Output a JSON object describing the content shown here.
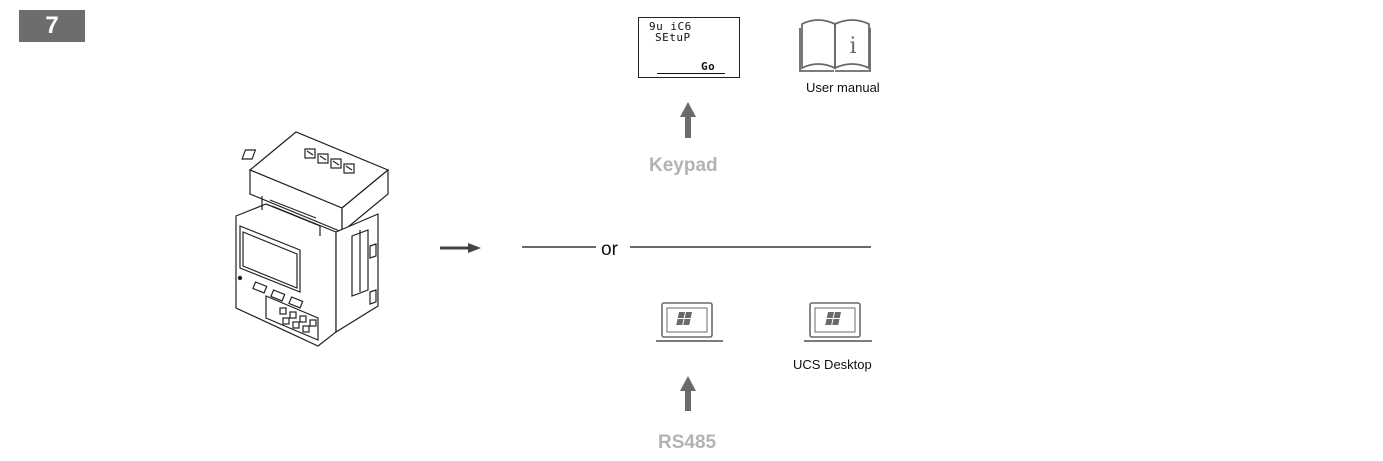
{
  "step": {
    "number": "7"
  },
  "lcd": {
    "line1": "9u iC6",
    "line2": "SEtuP",
    "line3": "Go"
  },
  "manual": {
    "label": "User manual",
    "icon": "book-info-icon"
  },
  "keypad": {
    "label": "Keypad"
  },
  "connector": {
    "label": "or"
  },
  "desktop": {
    "label": "UCS Desktop",
    "icon": "laptop-windows-icon"
  },
  "rs485": {
    "label": "RS485"
  },
  "colors": {
    "badge": "#6d6d6f",
    "caption_gray": "#b3b3b3",
    "arrow": "#6a6a6a",
    "line": "#111111"
  }
}
